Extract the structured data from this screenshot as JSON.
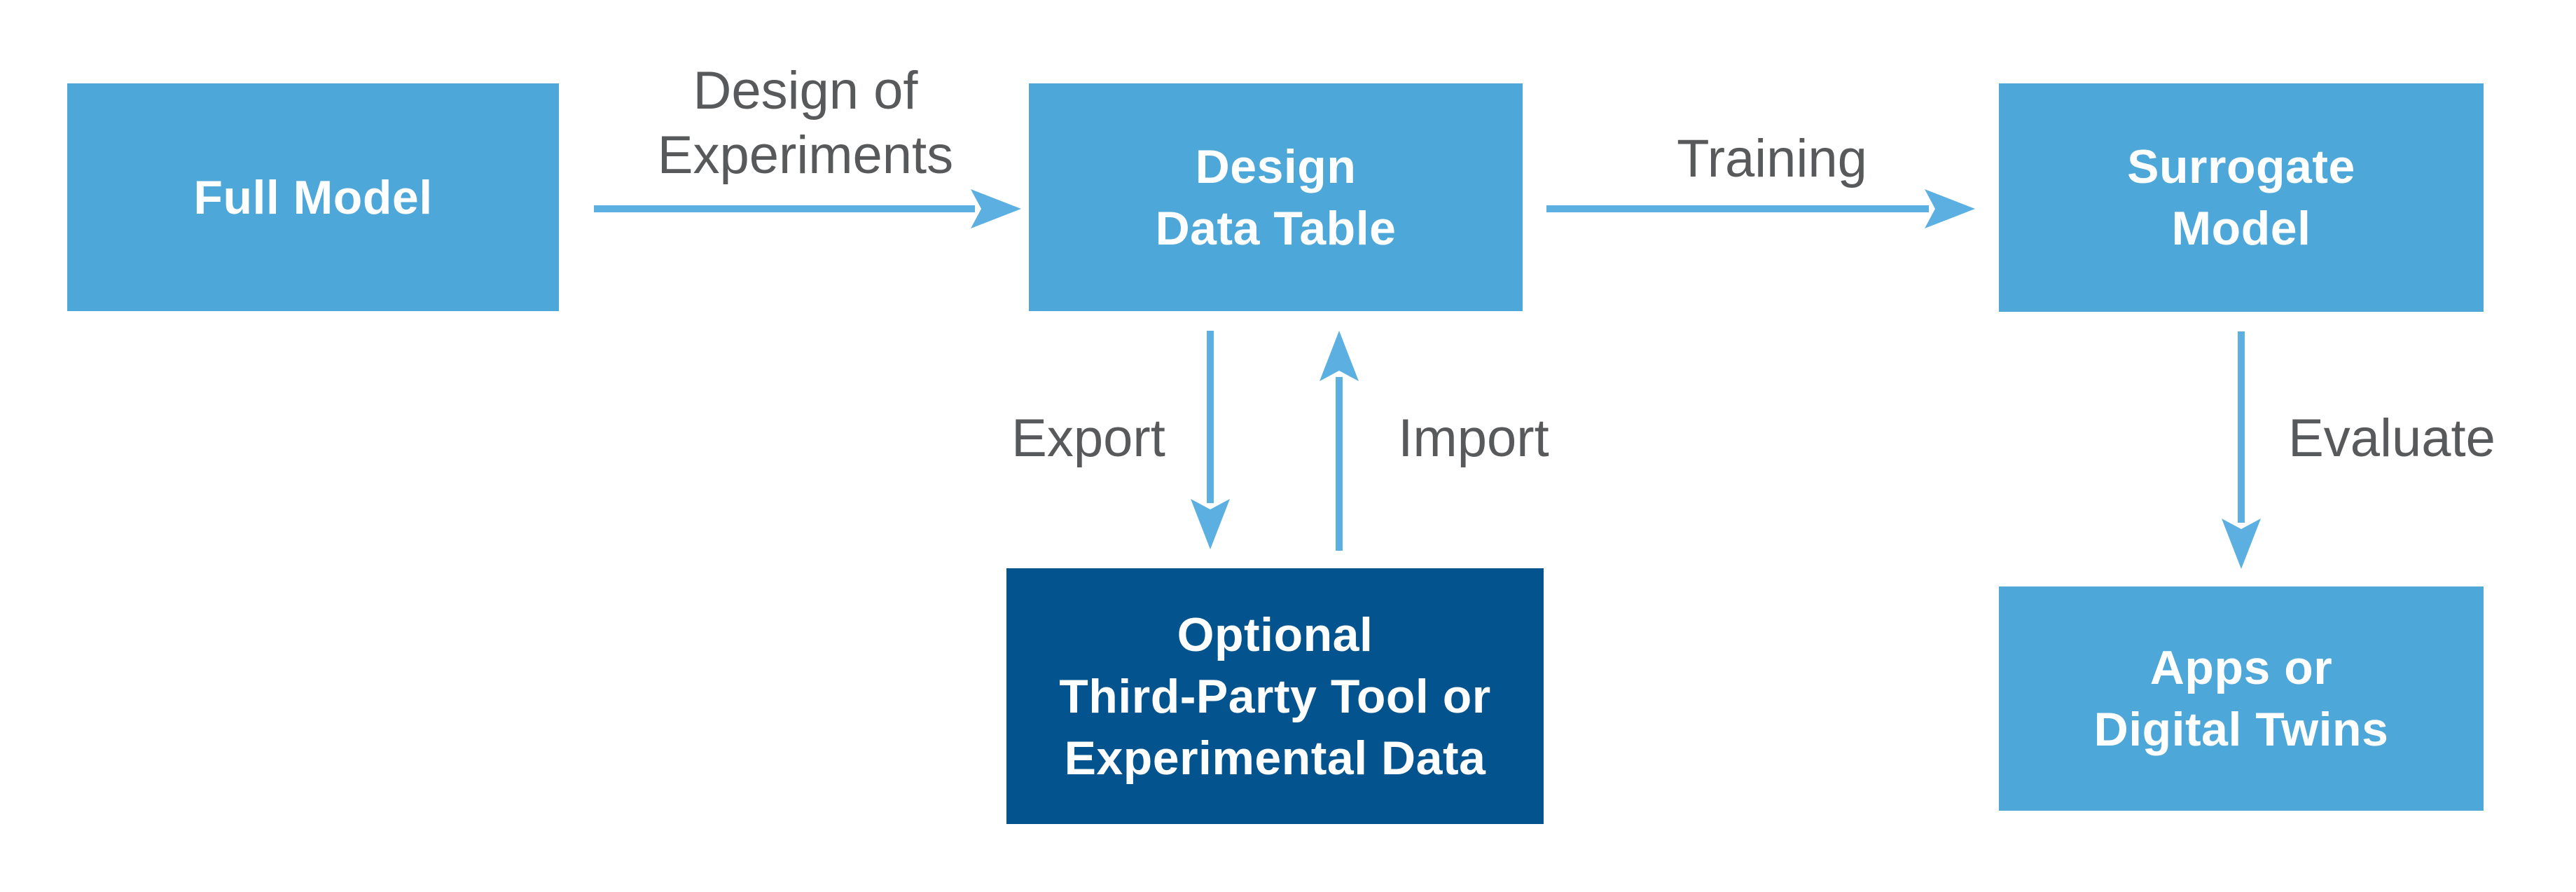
{
  "diagram": {
    "colors": {
      "background": "#ffffff",
      "node_light": "#4DA7D8",
      "node_dark": "#02538E",
      "arrow": "#5BB0E1",
      "label_text": "#58595B",
      "node_text": "#ffffff"
    },
    "nodes": [
      {
        "id": "full-model",
        "label": "Full Model",
        "variant": "light"
      },
      {
        "id": "design-data-table",
        "label": "Design\nData Table",
        "variant": "light"
      },
      {
        "id": "surrogate-model",
        "label": "Surrogate\nModel",
        "variant": "light"
      },
      {
        "id": "third-party-tool",
        "label": "Optional\nThird-Party Tool or\nExperimental Data",
        "variant": "dark"
      },
      {
        "id": "apps-digital-twins",
        "label": "Apps or\nDigital Twins",
        "variant": "light"
      }
    ],
    "edges": [
      {
        "id": "design-of-experiments",
        "label": "Design of\nExperiments",
        "from": "full-model",
        "to": "design-data-table",
        "direction": "right"
      },
      {
        "id": "training",
        "label": "Training",
        "from": "design-data-table",
        "to": "surrogate-model",
        "direction": "right"
      },
      {
        "id": "export",
        "label": "Export",
        "from": "design-data-table",
        "to": "third-party-tool",
        "direction": "down"
      },
      {
        "id": "import",
        "label": "Import",
        "from": "third-party-tool",
        "to": "design-data-table",
        "direction": "up"
      },
      {
        "id": "evaluate",
        "label": "Evaluate",
        "from": "surrogate-model",
        "to": "apps-digital-twins",
        "direction": "down"
      }
    ]
  }
}
